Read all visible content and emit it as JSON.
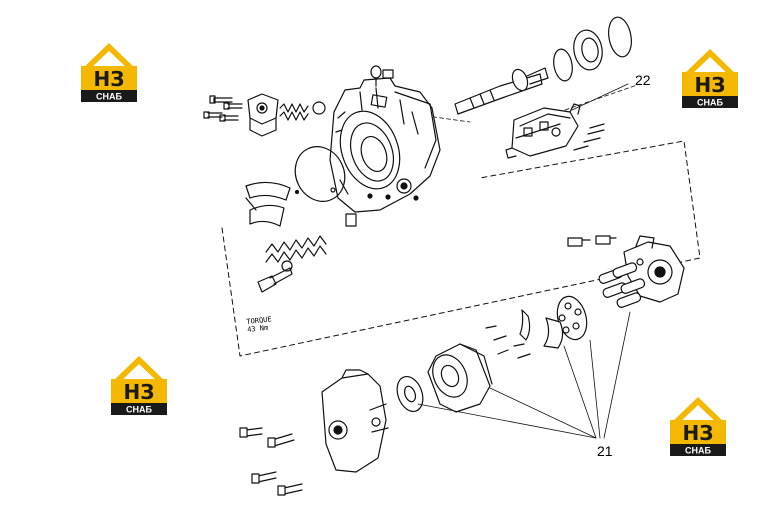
{
  "logo": {
    "letters": "НЗ",
    "subtitle": "СНАБ",
    "accent_color": "#f5b800",
    "dark_color": "#1a1a1a"
  },
  "callouts": {
    "label_22": "22",
    "label_21": "21"
  },
  "torque_note": {
    "line1": "TORQUE",
    "line2": "43 Nm"
  }
}
